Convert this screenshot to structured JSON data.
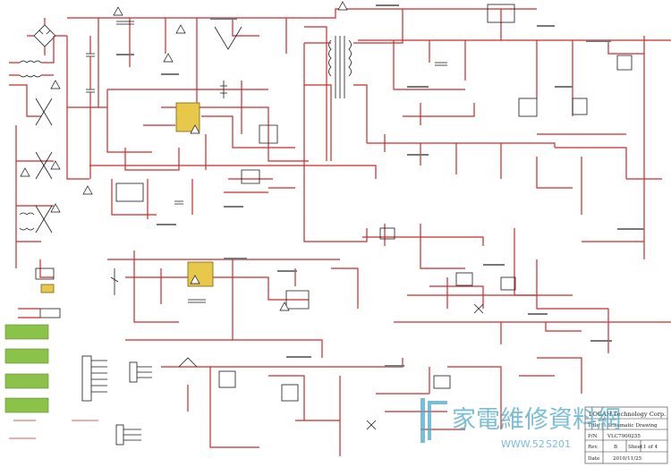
{
  "title_block": {
    "company": "LOGAH Technology Corp.",
    "title_label": "Title",
    "title_value": "Schematic Drawing",
    "pn_label": "P/N",
    "pn_value": "VLC7900255",
    "rev_label": "Rev.",
    "rev_value": "B",
    "sheet_label": "Sheet",
    "sheet_value": "1 of 4",
    "date_label": "Date",
    "date_value": "2010/11/25"
  },
  "watermark": {
    "text": "家電維修資料網",
    "url_text": "WWW.52",
    "url_suffix": "S201"
  },
  "colors": {
    "wire": "#cc2a2a",
    "ic_body": "#e8c84a",
    "hv_box": "#8bc34a",
    "watermark": "#4ea8c8"
  }
}
